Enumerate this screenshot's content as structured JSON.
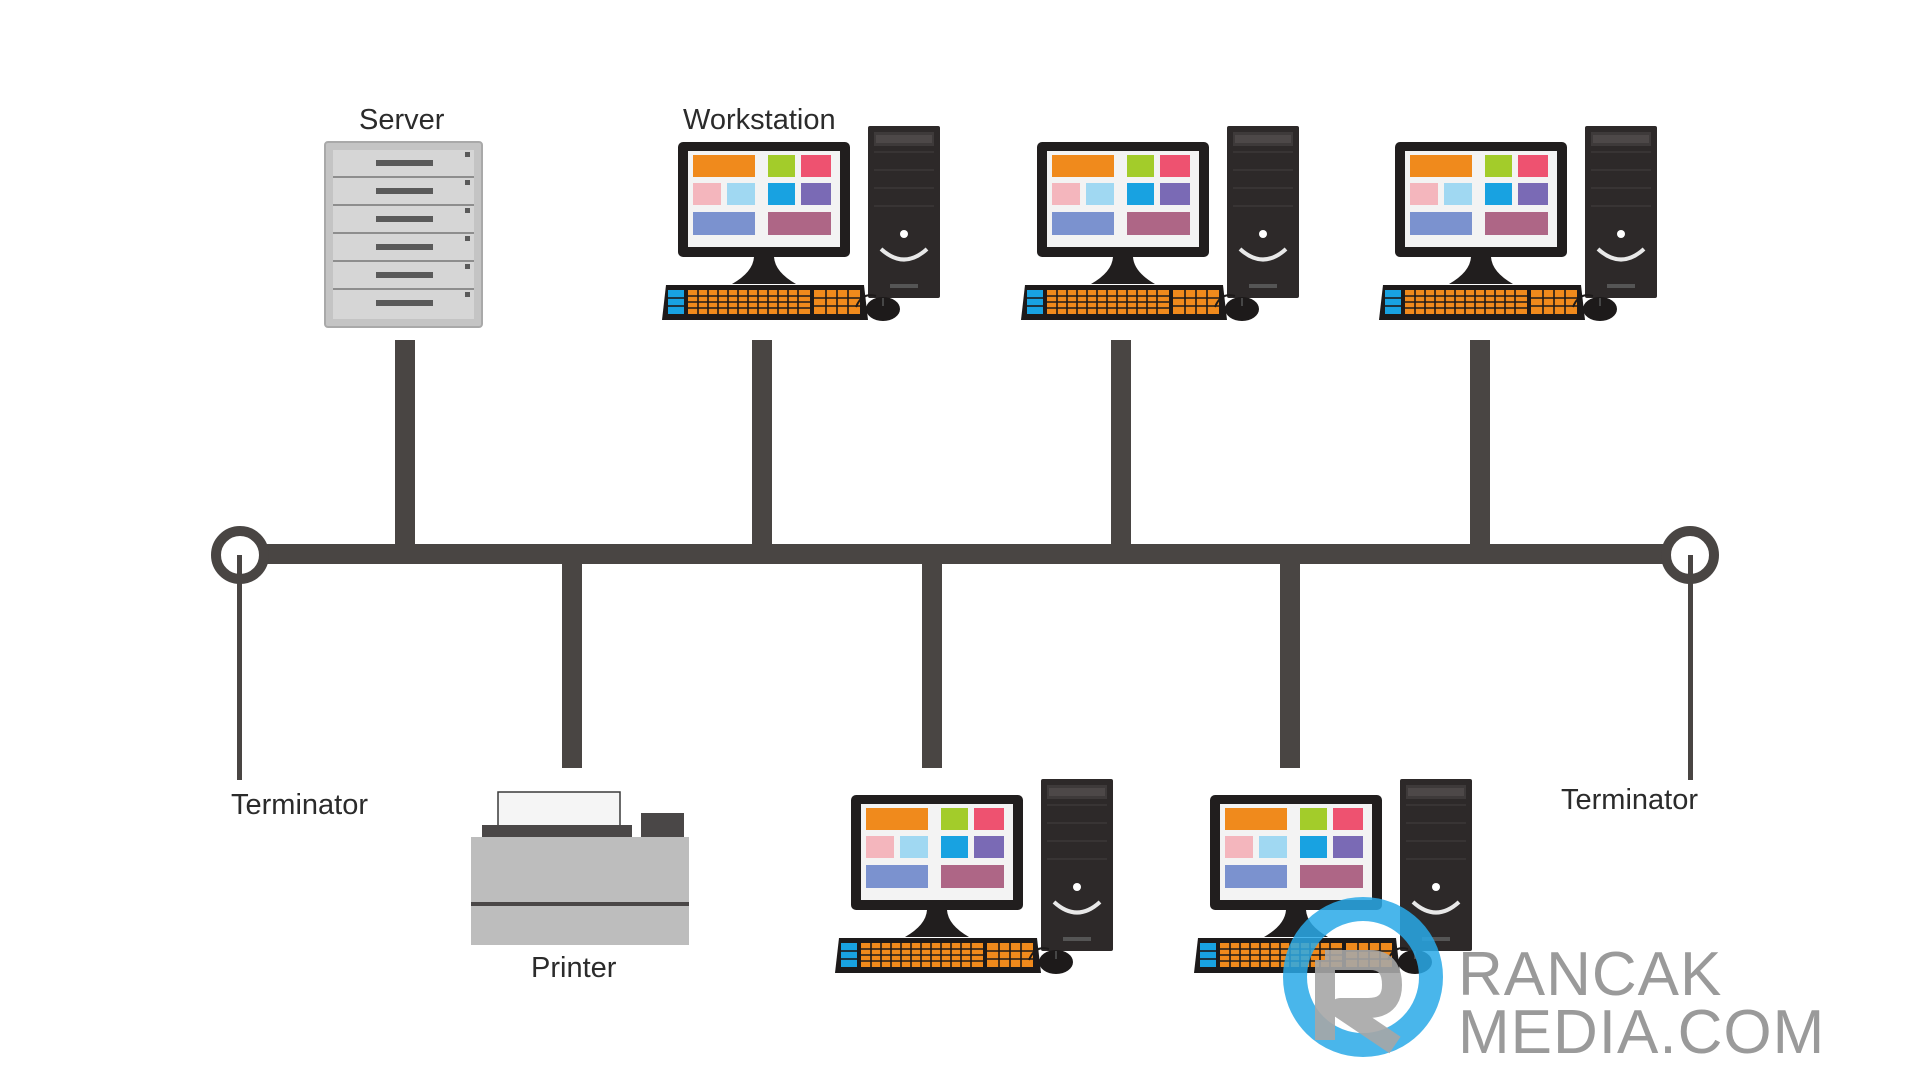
{
  "labels": {
    "server": "Server",
    "workstation": "Workstation",
    "printer": "Printer",
    "terminator_left": "Terminator",
    "terminator_right": "Terminator"
  },
  "watermark": {
    "line1": "RANCAK",
    "line2": "MEDIA.COM"
  },
  "colors": {
    "bus": "#494543",
    "label": "#2b2b2b",
    "tile_orange": "#f08a1c",
    "tile_green": "#a3cc2a",
    "tile_red": "#ee5270",
    "tile_pink": "#f4b6bd",
    "tile_lightblue": "#a0d8f2",
    "tile_cyan": "#18a2e1",
    "tile_purple": "#7a6ab5",
    "tile_blue": "#7b92cf",
    "tile_mauve": "#ae6686",
    "watermark_blue": "#29a9e8",
    "watermark_gray": "#9a9a9a"
  }
}
